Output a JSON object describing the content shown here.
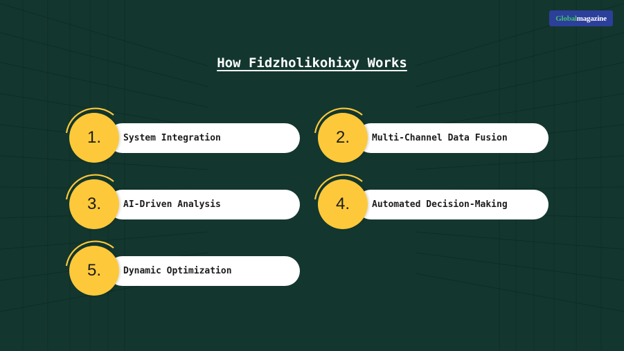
{
  "logo": {
    "prefix": "G",
    "text1": "lobal",
    "text2": "magazine"
  },
  "title": "How Fidzholikohixy Works",
  "colors": {
    "background": "#13372f",
    "accent": "#fdc93a",
    "pill": "#ffffff",
    "logo_bg": "#2c3f9a"
  },
  "steps": [
    {
      "number": "1.",
      "label": "System Integration"
    },
    {
      "number": "2.",
      "label": "Multi-Channel Data Fusion"
    },
    {
      "number": "3.",
      "label": "AI-Driven Analysis"
    },
    {
      "number": "4.",
      "label": "Automated Decision-Making"
    },
    {
      "number": "5.",
      "label": "Dynamic Optimization"
    }
  ]
}
